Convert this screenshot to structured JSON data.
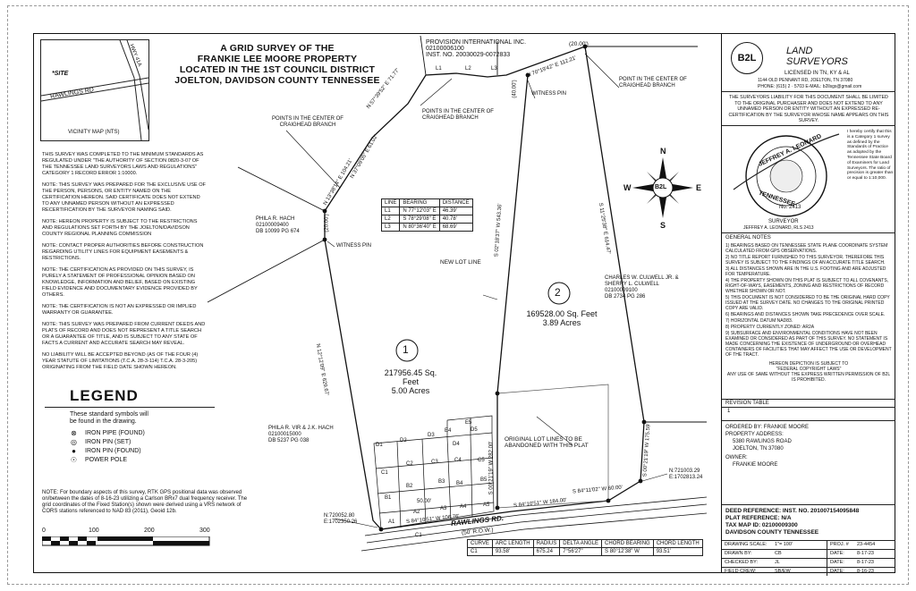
{
  "title": {
    "line1": "A GRID SURVEY OF THE",
    "line2": "FRANKIE LEE MOORE PROPERTY",
    "line3": "LOCATED IN THE 1ST COUNCIL DISTRICT",
    "line4": "JOELTON, DAVIDSON COUNTY TENNESSEE"
  },
  "vicinity_map": {
    "label": "VICINITY MAP (NTS)",
    "site": "*SITE",
    "road": "RAWLINGS RD",
    "highway": "HWY 41A"
  },
  "notes": [
    "THIS SURVEY WAS COMPLETED TO THE MINIMUM STANDARDS AS REGULATED UNDER \"THE AUTHORITY OF SECTION 0820-3-07 OF THE TENNESSEE LAND SURVEYORS LAWS AND REGULATIONS\" CATEGORY 1 RECORD ERROR 1:10000.",
    "NOTE: THIS SURVEY WAS PREPARED FOR THE EXCLUSIVE USE OF THE PERSON, PERSONS, OR ENTITY NAMED ON THE CERTIFICATION HEREON. SAID CERTIFICATE DOES NOT EXTEND TO ANY UNNAMED PERSON WITHOUT AN EXPRESSED RECERTIFICATION BY THE SURVEYOR NAMING SAID.",
    "NOTE: HEREON PROPERTY IS SUBJECT TO THE RESTRICTIONS AND REGULATIONS SET FORTH BY THE JOELTON/DAVIDSON COUNTY REGIONAL PLANNING COMMISSION",
    "NOTE: CONTACT PROPER AUTHORITIES BEFORE CONSTRUCTION REGARDING UTILITY LINES FOR EQUIPMENT EASEMENTS & RESTRICTIONS.",
    "NOTE: THE CERTIFICATION AS PROVIDED ON THIS SURVEY, IS PURELY A STATEMENT OF PROFESSIONAL OPINION BASED ON KNOWLEDGE, INFORMATION AND BELIEF, BASED ON EXISTING FIELD EVIDENCE AND DOCUMENTARY EVIDENCE PROVIDED BY OTHERS.",
    "NOTE: THE CERTIFICATION IS NOT AN EXPRESSED OR IMPLIED WARRANTY OR GUARANTEE.",
    "NOTE: THIS SURVEY WAS PREPARED FROM CURRENT DEEDS AND PLATS OF RECORD AND DOES NOT REPRESENT A TITLE SEARCH OR A GUARANTEE OF TITLE, AND IS SUBJECT TO ANY STATE OF FACTS A CURRENT AND ACCURATE SEARCH MAY REVEAL.",
    "NO LIABILITY WILL BE ACCEPTED BEYOND (AS OF THE FOUR (4) YEAR STATUTE OF LIMITATIONS (T.C.A. 28-3-114) T.C.A. 28-3-205) ORIGINATING FROM THE FIELD DATE SHOWN HEREON."
  ],
  "legend": {
    "heading": "LEGEND",
    "intro1": "These standard symbols will",
    "intro2": "be found in the drawing.",
    "items": [
      {
        "symbol": "⊗",
        "label": "IRON PIPE (FOUND)"
      },
      {
        "symbol": "◎",
        "label": "IRON PIN (SET)"
      },
      {
        "symbol": "●",
        "label": "IRON PIN (FOUND)"
      },
      {
        "symbol": "☉",
        "label": "POWER POLE"
      }
    ],
    "rtk_note": "NOTE: For boundary aspects of this survey, RTK GPS positional data was observed on/between the dates of 8-16-23 utilizing a Carlson BRx7 dual frequency receiver. The grid coordinates of the Fixed Station(s) shown were derived using a VRS network of CORS stations referenced to NAD 83 (2011), Geoid 12b."
  },
  "scale_bar": {
    "labels": [
      "0",
      "100",
      "200",
      "300"
    ]
  },
  "line_table": {
    "headers": [
      "LINE",
      "BEARING",
      "DISTANCE"
    ],
    "rows": [
      [
        "L1",
        "N 77°12'03\" E",
        "46.39'"
      ],
      [
        "L2",
        "S 78°29'08\" E",
        "40.78'"
      ],
      [
        "L3",
        "N 80°36'40\" E",
        "68.69'"
      ]
    ]
  },
  "curve_table": {
    "headers": [
      "CURVE",
      "ARC LENGTH",
      "RADIUS",
      "DELTA ANGLE",
      "CHORD BEARING",
      "CHORD LENGTH"
    ],
    "rows": [
      [
        "C1",
        "93.58'",
        "675.24",
        "7°56'27\"",
        "S 80°12'38\" W",
        "93.51'"
      ]
    ]
  },
  "parcels": {
    "lot1_num": "1",
    "lot1_sqft": "217956.45 Sq. Feet",
    "lot1_acres": "5.00 Acres",
    "lot2_num": "2",
    "lot2_sqft": "169528.00 Sq. Feet",
    "lot2_acres": "3.89 Acres"
  },
  "plan_labels": {
    "provision": "PROVISION INTERNATIONAL INC.",
    "provision_id": "02100006100",
    "provision_inst": "INST. NO. 20030029-0072833",
    "hach1": "PHILA R. HACH",
    "hach1_id": "02100009400",
    "hach1_db": "DB 10099 PG 674",
    "hach2": "PHILA R. VIR & J.K. HACH",
    "hach2_id": "02100015000",
    "hach2_db": "DB 5237 PG 038",
    "culwell1": "CHARLES W. CULWELL JR. &",
    "culwell2": "SHERRY L. CULWELL",
    "culwell_id": "02100009100",
    "culwell_db": "DB 2734 PG 286",
    "branch1": "POINT IN THE CENTER OF CRAIGHEAD BRANCH",
    "branch2": "POINTS IN THE CENTER OF CRAIGHEAD BRANCH",
    "branch3": "POINTS IN THE CENTER OF CRAIGHEAD BRANCH",
    "witness1": "WITNESS PIN",
    "witness2": "WITNESS PIN",
    "new_lot_line": "NEW LOT LINE",
    "original_lines": "ORIGINAL LOT LINES TO BE ABANDONED WITH THIS PLAT",
    "road": "RAWLINGS RD.",
    "row": "(50' R.O.W.)",
    "coord_sw1": "N:720052.80",
    "coord_sw2": "E:1702350.26",
    "coord_se1": "N:721003.29",
    "coord_se2": "E:1702813.24",
    "b_nw1": "N 13°38'14\" E  104.21'",
    "b_nw2": "N 37°09'05\" E  61.02'",
    "b_nw3": "N 57°39'52\" E  71.77'",
    "b_west": "N 12°12'09\" E  629.67'",
    "b_new": "S 02°18'37\" W  543.36'",
    "b_east": "S 11°25'38\" E  614.47'",
    "b_top": "N 70°19'42\" E  112.21'",
    "b_split": "S 00°21'19\" W  282.00'",
    "b_se": "S 00°21'19\" W  175.59'",
    "b_road1": "S 84°10'51\" W  184.00'",
    "b_road2": "S 84°10'51\" W  106.76'",
    "b_short": "S 84°11'02\" W  60.00'",
    "d20a": "(20.00')",
    "d40": "(40.00')",
    "d20b": "(20.00')",
    "l1": "L1",
    "l2": "L2",
    "l3": "L3",
    "c1": "C1",
    "grid": [
      "E5",
      "E4",
      "D5",
      "D4",
      "D3",
      "D2",
      "D1",
      "C5",
      "C4",
      "C3",
      "C2",
      "C1",
      "B5",
      "B4",
      "B3",
      "B2",
      "B1",
      "A5",
      "A4",
      "A3",
      "A2",
      "A1"
    ],
    "dim50": "50.00'"
  },
  "company": {
    "logo_text": "B2L",
    "name1": "LAND",
    "name2": "SURVEYORS",
    "sub": "LICENSED IN TN, KY & AL",
    "address": "1144 OLD PENNANT RD, JOELTON, TN 37080",
    "contact": "PHONE: (615) 2 · 5703  E-MAIL: b2llsgs@gmail.com"
  },
  "liability": "THE SURVEYORS LIABILITY FOR THIS DOCUMENT SHALL BE LIMITED TO THE ORIGINAL PURCHASER AND DOES NOT EXTEND TO ANY UNNAMED PERSON OR ENTITY WITHOUT AN EXPRESSED RE-CERTIFICATION BY THE SURVEYOR WHOSE NAME APPEARS ON THIS SURVEY.",
  "seal": {
    "name": "JEFFREY A. LEONARD",
    "state": "TENNESSEE",
    "number": "No. 2413",
    "text": "I hereby certify that this is a Category 1 survey as defined by the Standards of Practice as adopted by the Tennessee State Board of Examiners for Land Surveyors. The ratio of precision is greater than or equal to 1:10,000.",
    "surveyor_label": "SURVEYOR",
    "surveyor": "JEFFREY A. LEONARD, RLS 2413"
  },
  "compass": {
    "n": "N",
    "s": "S",
    "e": "E",
    "w": "W",
    "center": "B2L"
  },
  "general_notes": {
    "heading": "GENERAL NOTES",
    "items": [
      "1) BEARINGS BASED ON TENNESSEE STATE PLANE COORDINATE SYSTEM CALCULATED FROM GPS OBSERVATIONS.",
      "2) NO TITLE REPORT FURNISHED TO THIS SURVEYOR. THEREFORE THIS SURVEY IS SUBJECT TO THE FINDINGS OF AN ACCURATE TITLE SEARCH.",
      "3) ALL DISTANCES SHOWN ARE IN THE U.S. FOOTING AND ARE ADJUSTED FOR TEMPERATURE.",
      "4) THE PROPERTY SHOWN ON THIS PLAT IS SUBJECT TO ALL COVENANTS, RIGHT-OF-WAYS, EASEMENTS, ZONING AND RESTRICTIONS OF RECORD WHETHER SHOWN OR NOT.",
      "5) THIS DOCUMENT IS NOT CONSIDERED TO BE THE ORIGINAL HARD COPY ISSUED AT THE SURVEY DATE. NO CHANGES TO THE ORIGINAL PRINTED COPY ARE VALID.",
      "6) BEARINGS AND DISTANCES SHOWN TAKE PRECEDENCE OVER SCALE.",
      "7) HORIZONTAL DATUM NAD83.",
      "8) PROPERTY CURRENTLY ZONED: AR2A",
      "9) SUBSURFACE AND ENVIRONMENTAL CONDITIONS HAVE NOT BEEN EXAMINED OR CONSIDERED AS PART OF THIS SURVEY. NO STATEMENT IS MADE CONCERNING THE EXISTENCE OF UNDERGROUND OR OVERHEAD CONTAINERS OF FACILITIES THAT MAY AFFECT THE USE OR DEVELOPMENT OF THE TRACT."
    ],
    "copyright1": "HEREON DEPICTION IS SUBJECT TO",
    "copyright2": "\"FEDERAL COPYRIGHT LAWS\"",
    "copyright3": "ANY USE OF SAME WITHOUT THE EXPRESS WRITTEN PERMISSION OF B2L IS PROHIBITED."
  },
  "revision": {
    "heading": "REVISION TABLE",
    "row1": "1"
  },
  "ordered_by": {
    "label": "ORDERED BY: FRANKIE MOORE",
    "address_label": "PROPERTY ADDRESS:",
    "address1": "5380 RAWLINGS ROAD",
    "address2": "JOELTON, TN 37080",
    "owner_label": "OWNER:",
    "owner": "FRANKIE MOORE"
  },
  "deed": {
    "line1": "DEED REFERENCE: INST. NO. 201007154095848",
    "line2": "PLAT REFERENCE: N/A",
    "line3": "TAX MAP ID: 02100009300",
    "line4": "DAVIDSON COUNTY TENNESSEE"
  },
  "drawing_info": [
    {
      "k": "DRAWING SCALE:",
      "v": "1\"= 100'",
      "k2": "PROJ. #",
      "v2": "23-4454"
    },
    {
      "k": "DRAWN BY:",
      "v": "CB",
      "k2": "DATE:",
      "v2": "8-17-23"
    },
    {
      "k": "CHECKED BY:",
      "v": "JL",
      "k2": "DATE:",
      "v2": "8-17-23"
    },
    {
      "k": "FIELD CREW:",
      "v": "SB/EW",
      "k2": "DATE:",
      "v2": "8-16-23"
    }
  ]
}
